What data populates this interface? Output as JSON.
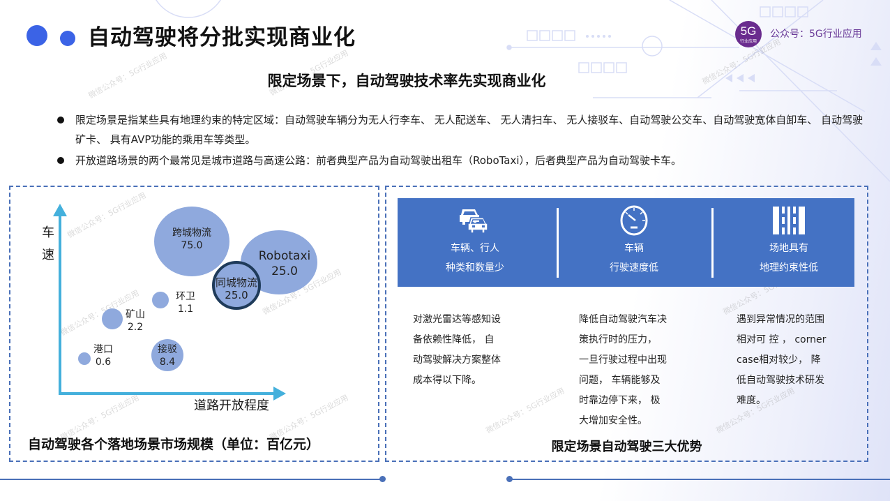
{
  "header": {
    "title": "自动驾驶将分批实现商业化",
    "logo_big": "5G",
    "logo_small": "行业应用",
    "account": "公众号：5G行业应用"
  },
  "subtitle": "限定场景下，自动驾驶技术率先实现商业化",
  "bullets": [
    "限定场景是指某些具有地理约束的特定区域：自动驾驶车辆分为无人行李车、 无人配送车、 无人清扫车、 无人接驳车、自动驾驶公交车、自动驾驶宽体自卸车、 自动驾驶矿卡、 具有AVP功能的乘用车等类型。",
    "开放道路场景的两个最常见是城市道路与高速公路：前者典型产品为自动驾驶出租车（RoboTaxi），后者典型产品为自动驾驶卡车。"
  ],
  "left_panel": {
    "y_axis_label": "车速",
    "x_axis_label": "道路开放程度",
    "caption": "自动驾驶各个落地场景市场规模（单位：百亿元）"
  },
  "chart_data": {
    "type": "scatter",
    "title": "自动驾驶各个落地场景市场规模（单位：百亿元）",
    "xlabel": "道路开放程度",
    "ylabel": "车速",
    "bubble": true,
    "points": [
      {
        "name": "跨城物流",
        "value": 75.0,
        "x": 5.0,
        "y": 8.5
      },
      {
        "name": "Robotaxi",
        "value": 25.0,
        "x": 8.5,
        "y": 7.0
      },
      {
        "name": "同城物流",
        "value": 25.0,
        "x": 6.5,
        "y": 5.5
      },
      {
        "name": "环卫",
        "value": 1.1,
        "x": 3.7,
        "y": 4.8
      },
      {
        "name": "矿山",
        "value": 2.2,
        "x": 2.0,
        "y": 3.8
      },
      {
        "name": "港口",
        "value": 0.6,
        "x": 1.0,
        "y": 1.8
      },
      {
        "name": "接驳",
        "value": 8.4,
        "x": 4.0,
        "y": 2.0
      }
    ],
    "labels": {
      "kuacheng": {
        "name": "跨城物流",
        "value": "75.0"
      },
      "robotaxi": {
        "name": "Robotaxi",
        "value": "25.0"
      },
      "tongcheng": {
        "name": "同城物流",
        "value": "25.0"
      },
      "huanwei": {
        "name": "环卫",
        "value": "1.1"
      },
      "kuangshan": {
        "name": "矿山",
        "value": "2.2"
      },
      "gangkou": {
        "name": "港口",
        "value": "0.6"
      },
      "jiebo": {
        "name": "接驳",
        "value": "8.4"
      }
    },
    "colors": {
      "bubble": "#8fa9dd",
      "highlight_border": "#1f3b5a",
      "axis": "#44b0dc"
    }
  },
  "right_panel": {
    "banner_color": "#4472c4",
    "features": [
      {
        "icon": "cars-icon",
        "line1": "车辆、行人",
        "line2": "种类和数量少"
      },
      {
        "icon": "speedometer-icon",
        "line1": "车辆",
        "line2": "行驶速度低"
      },
      {
        "icon": "barrier-icon",
        "line1": "场地具有",
        "line2": "地理约束性低"
      }
    ],
    "descriptions": [
      [
        "对激光雷达等感知设",
        "备依赖性降低，  自",
        "动驾驶解决方案整体",
        "成本得以下降。"
      ],
      [
        "降低自动驾驶汽车决",
        "策执行时的压力，",
        "一旦行驶过程中出现",
        "问题，  车辆能够及",
        "时靠边停下来，  极",
        "大增加安全性。"
      ],
      [
        "遇到异常情况的范围",
        "相对可 控 ，  corner",
        "case相对较少，  降",
        "低自动驾驶技术研发",
        "难度。"
      ]
    ],
    "caption": "限定场景自动驾驶三大优势"
  },
  "watermark": "微信公众号：5G行业应用"
}
